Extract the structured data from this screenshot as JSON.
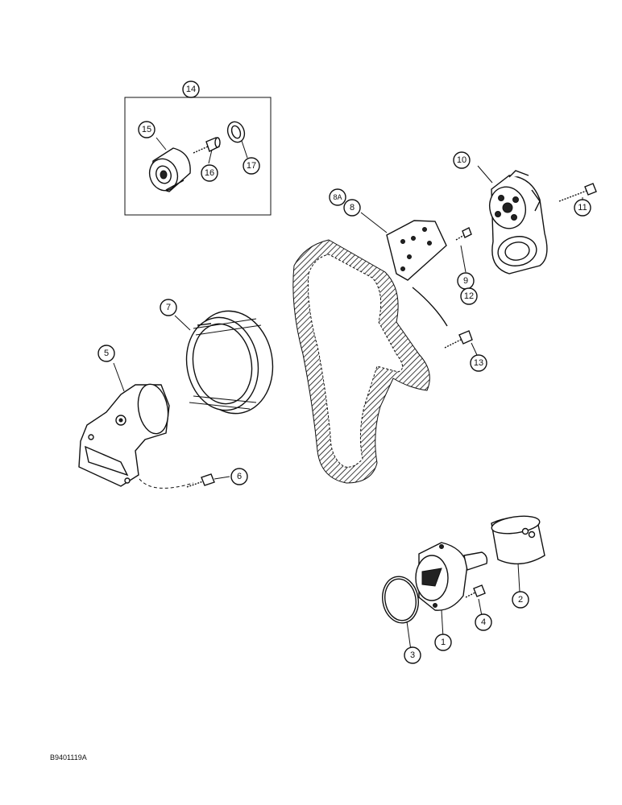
{
  "callouts": {
    "c1": "1",
    "c2": "2",
    "c3": "3",
    "c4": "4",
    "c5": "5",
    "c6": "6",
    "c7": "7",
    "c8a": "8A",
    "c8": "8",
    "c9": "9",
    "c10": "10",
    "c11": "11",
    "c12": "12",
    "c13": "13",
    "c14": "14",
    "c15": "15",
    "c16": "16",
    "c17": "17"
  },
  "figure_code": "B9401119A"
}
